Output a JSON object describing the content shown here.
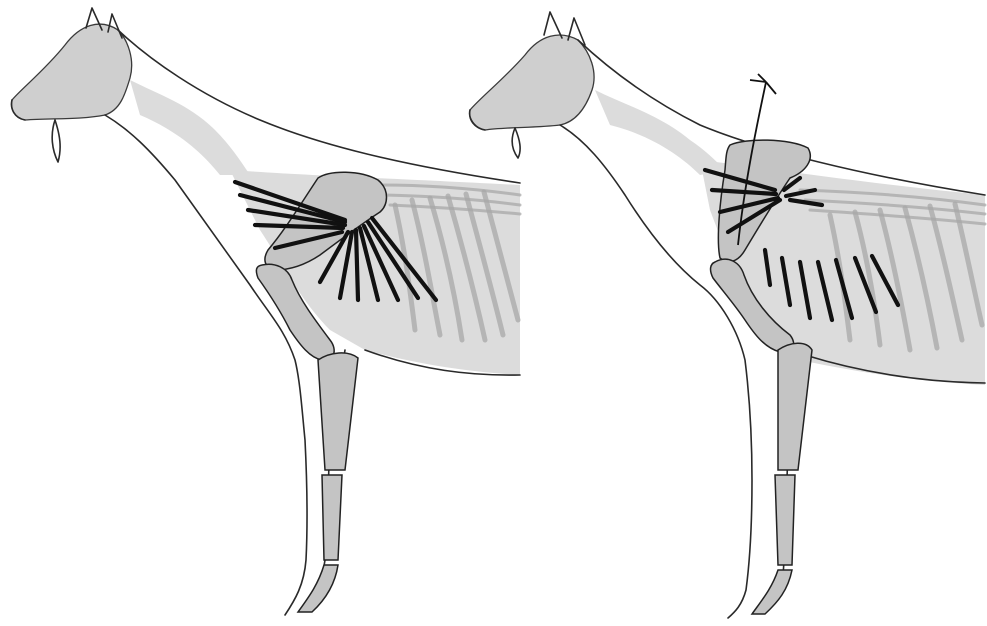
{
  "figure": {
    "panels": [
      {
        "id": "left",
        "subject": "horse-anatomy-resting"
      },
      {
        "id": "right",
        "subject": "horse-anatomy-scapula-rotated"
      }
    ],
    "colors": {
      "ink": "#111111",
      "shading": "#cfcfcf",
      "background": "#ffffff"
    },
    "icons": [
      "up-arrow-icon"
    ]
  }
}
